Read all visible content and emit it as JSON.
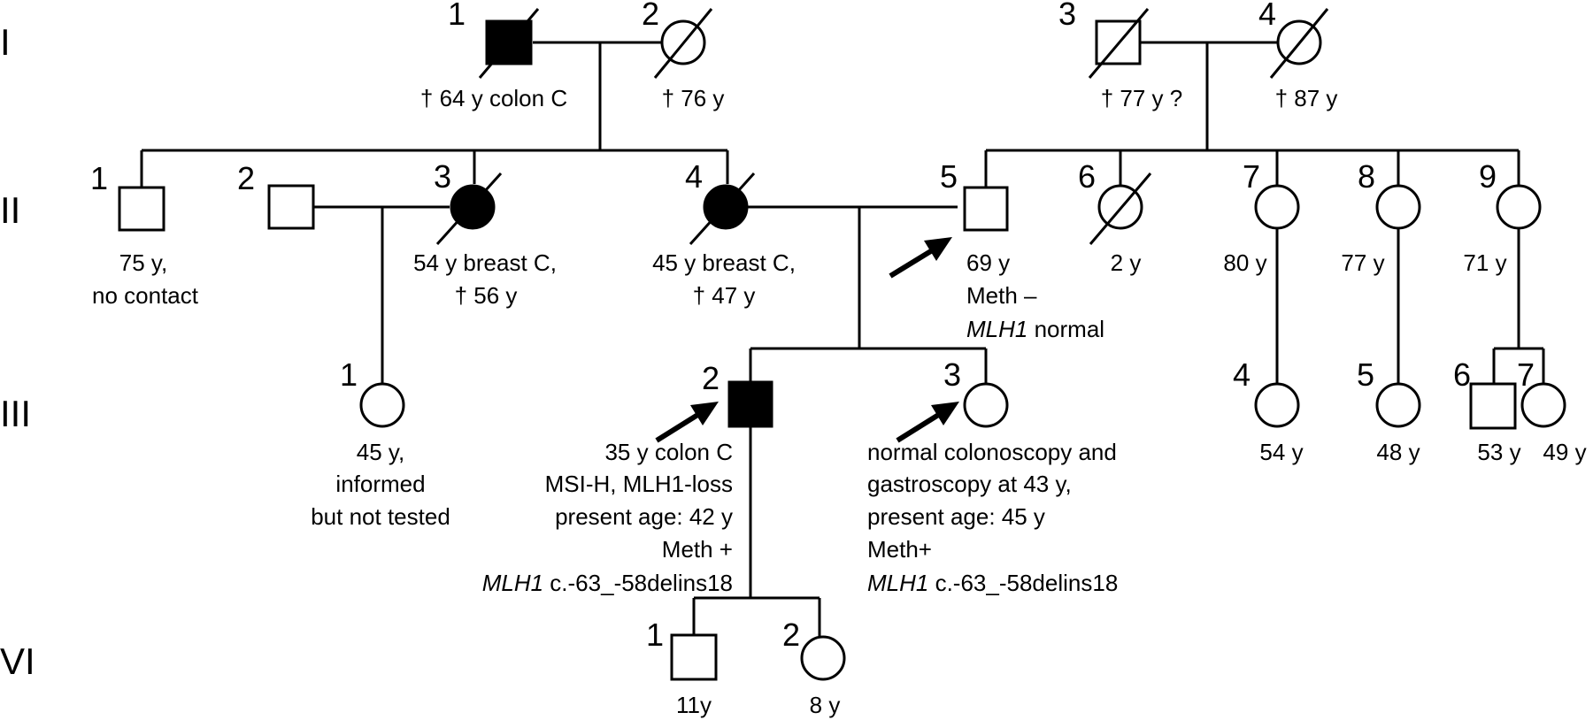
{
  "generations": [
    "I",
    "II",
    "III",
    "VI"
  ],
  "individuals": {
    "I1": {
      "number": "1",
      "sex": "male",
      "affected": true,
      "deceased": true,
      "lines": [
        "† 64 y colon C"
      ]
    },
    "I2": {
      "number": "2",
      "sex": "female",
      "affected": false,
      "deceased": true,
      "lines": [
        "† 76 y"
      ]
    },
    "I3": {
      "number": "3",
      "sex": "male",
      "affected": false,
      "deceased": true,
      "lines": [
        "† 77 y ?"
      ]
    },
    "I4": {
      "number": "4",
      "sex": "female",
      "affected": false,
      "deceased": true,
      "lines": [
        "† 87 y"
      ]
    },
    "II1": {
      "number": "1",
      "sex": "male",
      "affected": false,
      "deceased": false,
      "lines": [
        "75 y,",
        "no contact"
      ]
    },
    "II2": {
      "number": "2",
      "sex": "male",
      "affected": false,
      "deceased": false,
      "lines": []
    },
    "II3": {
      "number": "3",
      "sex": "female",
      "affected": true,
      "deceased": true,
      "lines": [
        "54 y breast C,",
        "† 56 y"
      ]
    },
    "II4": {
      "number": "4",
      "sex": "female",
      "affected": true,
      "deceased": true,
      "lines": [
        "45 y breast C,",
        "† 47 y"
      ]
    },
    "II5": {
      "number": "5",
      "sex": "male",
      "affected": false,
      "deceased": false,
      "lines": [
        "69 y",
        "Meth –"
      ],
      "gene_line": {
        "gene": "MLH1",
        "rest": " normal"
      }
    },
    "II6": {
      "number": "6",
      "sex": "female",
      "affected": false,
      "deceased": true,
      "lines": [
        "2 y"
      ]
    },
    "II7": {
      "number": "7",
      "sex": "female",
      "affected": false,
      "deceased": false,
      "lines": [
        "80 y"
      ]
    },
    "II8": {
      "number": "8",
      "sex": "female",
      "affected": false,
      "deceased": false,
      "lines": [
        "77 y"
      ]
    },
    "II9": {
      "number": "9",
      "sex": "female",
      "affected": false,
      "deceased": false,
      "lines": [
        "71 y"
      ]
    },
    "III1": {
      "number": "1",
      "sex": "female",
      "affected": false,
      "deceased": false,
      "lines": [
        "45 y,",
        "informed",
        "but not tested"
      ]
    },
    "III2": {
      "number": "2",
      "sex": "male",
      "affected": true,
      "deceased": false,
      "lines": [
        "35 y colon C",
        "MSI-H, MLH1-loss",
        "present age: 42 y",
        "Meth +"
      ],
      "gene_line": {
        "gene": "MLH1",
        "rest": " c.-63_-58delins18"
      }
    },
    "III3": {
      "number": "3",
      "sex": "female",
      "affected": false,
      "deceased": false,
      "lines": [
        "normal colonoscopy and",
        "gastroscopy at 43 y,",
        "present age: 45 y",
        "Meth+"
      ],
      "gene_line": {
        "gene": "MLH1",
        "rest": " c.-63_-58delins18"
      }
    },
    "III4": {
      "number": "4",
      "sex": "female",
      "affected": false,
      "deceased": false,
      "lines": [
        "54 y"
      ]
    },
    "III5": {
      "number": "5",
      "sex": "female",
      "affected": false,
      "deceased": false,
      "lines": [
        "48 y"
      ]
    },
    "III6": {
      "number": "6",
      "sex": "male",
      "affected": false,
      "deceased": false,
      "lines": [
        "53 y"
      ]
    },
    "III7": {
      "number": "7",
      "sex": "female",
      "affected": false,
      "deceased": false,
      "lines": [
        "49 y"
      ]
    },
    "VI1": {
      "number": "1",
      "sex": "male",
      "affected": false,
      "deceased": false,
      "lines": [
        "11y"
      ]
    },
    "VI2": {
      "number": "2",
      "sex": "female",
      "affected": false,
      "deceased": false,
      "lines": [
        "8 y"
      ]
    }
  },
  "probands": [
    "II5",
    "III2",
    "III3"
  ],
  "colors": {
    "ink": "#000000",
    "background": "#ffffff"
  }
}
